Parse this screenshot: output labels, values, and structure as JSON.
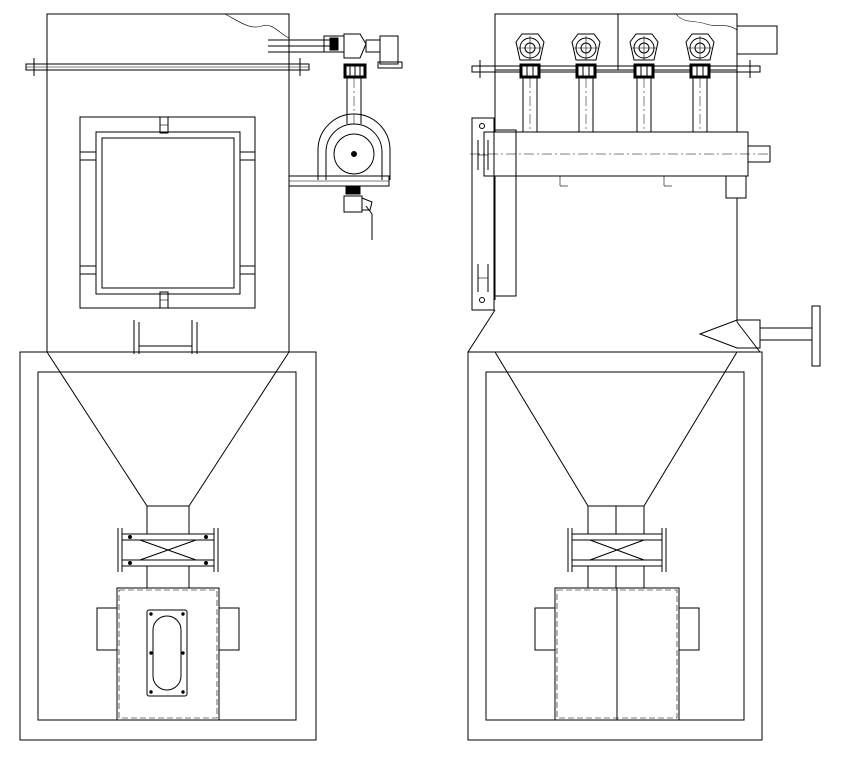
{
  "drawing": {
    "views": [
      {
        "id": "front",
        "name": "front-view"
      },
      {
        "id": "side",
        "name": "side-view"
      }
    ],
    "pulse_valves": {
      "count": 4
    },
    "line_color": "#000000",
    "background_color": "#ffffff"
  }
}
